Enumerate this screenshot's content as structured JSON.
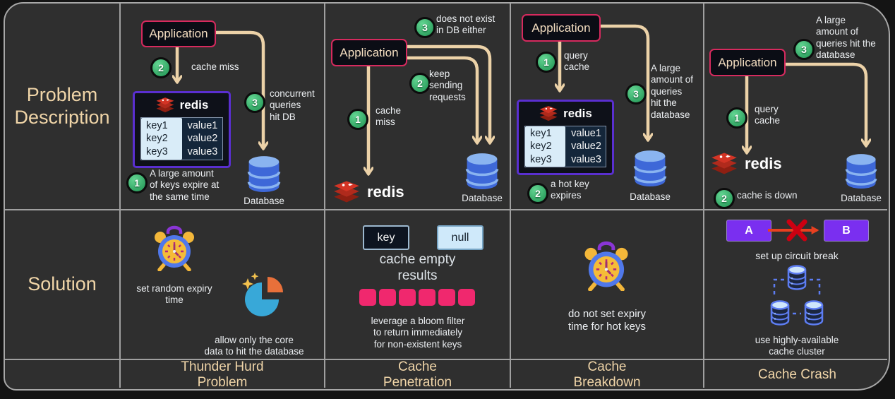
{
  "rows": {
    "problem_label": "Problem\nDescription",
    "solution_label": "Solution"
  },
  "shared": {
    "app_label": "Application",
    "redis_label": "redis",
    "database_label": "Database",
    "kv": {
      "keys": [
        "key1",
        "key2",
        "key3"
      ],
      "values": [
        "value1",
        "value2",
        "value3"
      ]
    }
  },
  "thunder": {
    "title": "Thunder Hurd\nProblem",
    "step1": {
      "num": "1",
      "text": "A large amount\nof keys expire at\nthe same time"
    },
    "step2": {
      "num": "2",
      "text": "cache miss"
    },
    "step3": {
      "num": "3",
      "text": "concurrent\nqueries\nhit DB"
    },
    "solution_clock_text": "set random expiry\ntime",
    "solution_pie_text": "allow only the core\ndata to hit the database"
  },
  "penetration": {
    "title": "Cache\nPenetration",
    "step1": {
      "num": "1",
      "text": "cache\nmiss"
    },
    "step2": {
      "num": "2",
      "text": "keep\nsending\nrequests"
    },
    "step3": {
      "num": "3",
      "text": "does not exist\nin DB either"
    },
    "solution": {
      "key_box": "key",
      "null_box": "null",
      "caption": "cache empty\nresults",
      "bloom_cell_count": 6,
      "bloom_text": "leverage a bloom filter\nto return immediately\nfor non-existent keys"
    }
  },
  "breakdown": {
    "title": "Cache\nBreakdown",
    "step1": {
      "num": "1",
      "text": "query\ncache"
    },
    "step2": {
      "num": "2",
      "text": "a hot key\nexpires"
    },
    "step3": {
      "num": "3",
      "text": "A large\namount of\nqueries\nhit the\ndatabase"
    },
    "solution_text": "do not set expiry\ntime for hot keys"
  },
  "crash": {
    "title": "Cache Crash",
    "step1": {
      "num": "1",
      "text": "query\ncache"
    },
    "step2": {
      "num": "2",
      "text": "cache is down"
    },
    "step3": {
      "num": "3",
      "text": "A large\namount of\nqueries hit the\ndatabase"
    },
    "solution": {
      "node_a": "A",
      "node_b": "B",
      "circuit_text": "set up circuit break",
      "cluster_text": "use highly-available\ncache cluster"
    }
  },
  "icons": {
    "redis-logo": "stacked red tiles",
    "database-cylinder": "blue stacked database",
    "alarm-clock": "blue/yellow alarm clock",
    "pie-chart": "blue pie with orange slice and sparkles",
    "bloom-filter-cells": "row of pink squares",
    "circuit-break": "red arrow crossed by red X",
    "cache-cluster": "three outlined databases with dashed links"
  },
  "colors": {
    "background": "#2f2f2f",
    "grid_line": "#a0a0a0",
    "wheat_text": "#f0d5a8",
    "arrow": "#ecd2a8",
    "app_border": "#d62a5e",
    "redis_border": "#5a2fd0",
    "badge_green": "#2fae62",
    "bloom_pink": "#f0286e",
    "node_purple": "#7a2ff0",
    "db_blue": "#3e68d8",
    "break_red": "#e03020"
  }
}
